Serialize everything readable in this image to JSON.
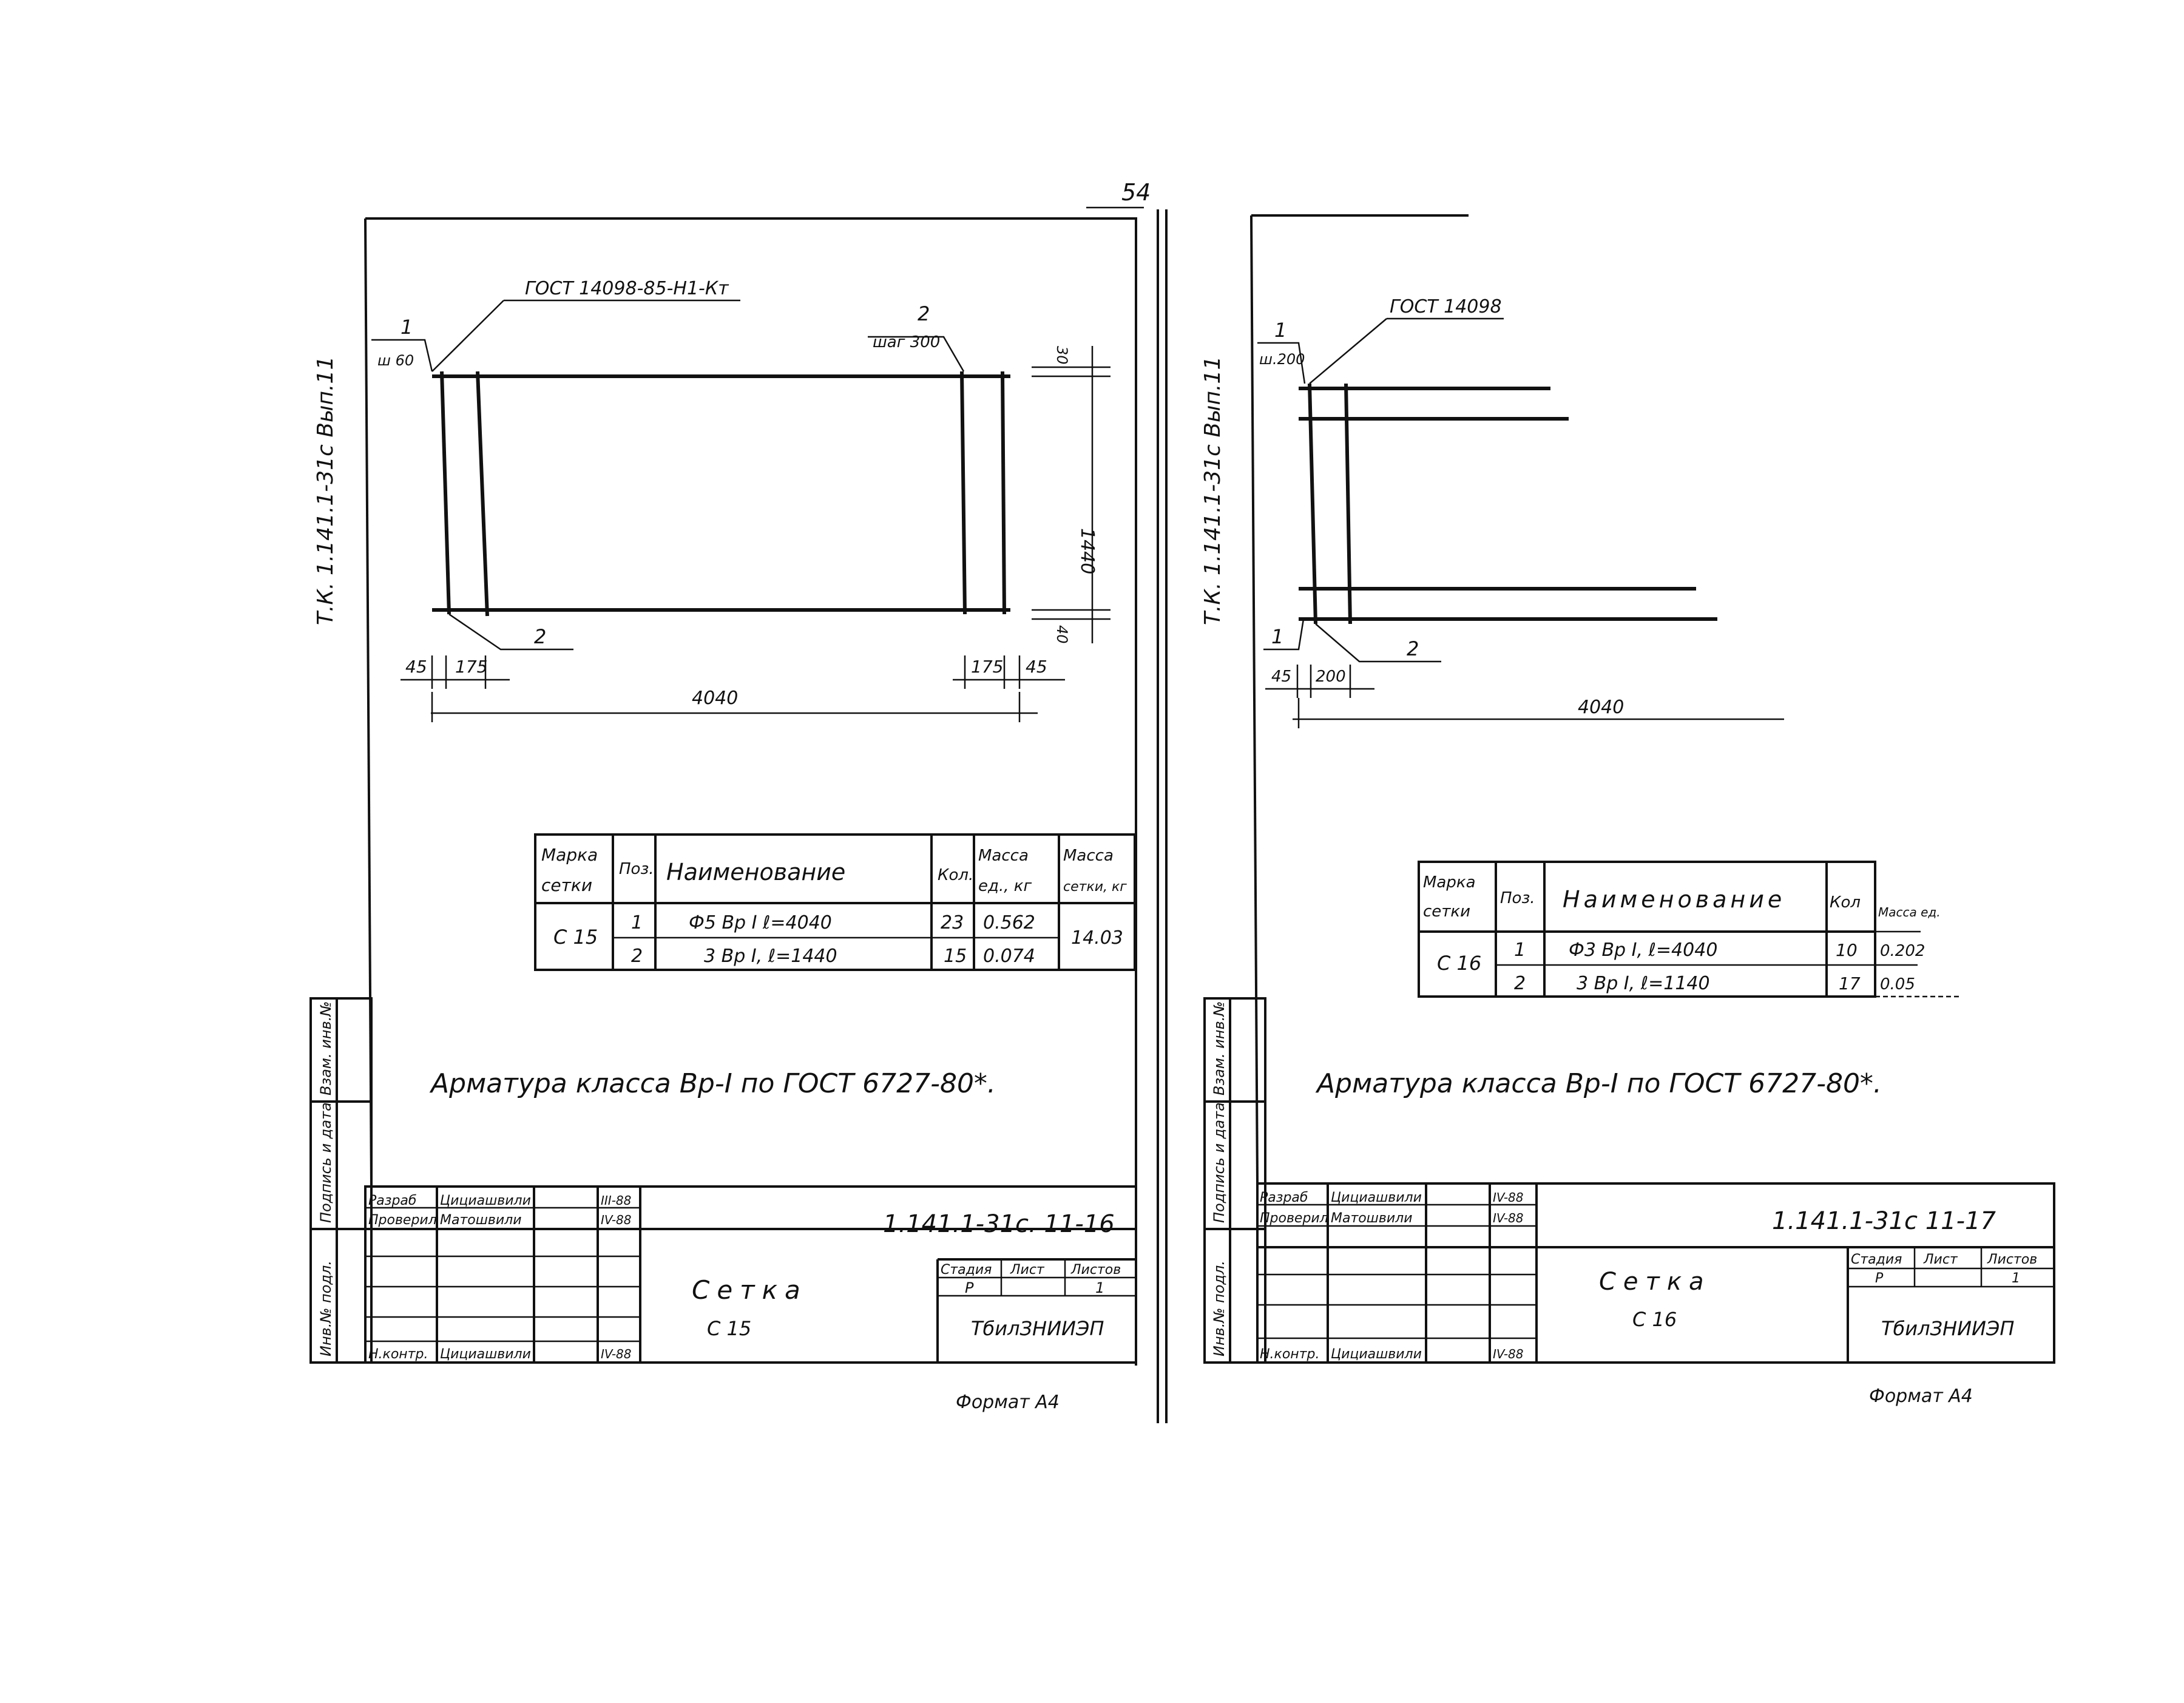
{
  "page_number": "54",
  "left_sheet": {
    "side_code": "Т.К.  1.141.1-31с   Вып.11",
    "callouts": {
      "gost": "ГОСТ 14098-85-Н1-Кт",
      "pos1": "1",
      "step1": "ш 60",
      "pos2": "2",
      "step2": "шаг 300",
      "pos2_bottom": "2"
    },
    "dims": {
      "d45_left": "45",
      "d175_left": "175",
      "d175_right": "175",
      "d45_right": "45",
      "total_width": "4040",
      "height": "1440",
      "d_top": "30",
      "d_bottom": "40"
    },
    "spec": {
      "headers": [
        "Марка сетки",
        "Поз.",
        "Наименование",
        "Кол.",
        "Масса ед., кг",
        "Масса сетки, кг"
      ],
      "mark": "С 15",
      "rows": [
        {
          "pos": "1",
          "name": "Ф5 Вр I   ℓ=4040",
          "qty": "23",
          "mass": "0.562"
        },
        {
          "pos": "2",
          "name": "3 Вр I,  ℓ=1440",
          "qty": "15",
          "mass": "0.074"
        }
      ],
      "total": "14.03"
    },
    "note": "Арматура класса Вр-I по ГОСТ 6727-80*.",
    "stamp": {
      "code": "1.141.1-31с. 11-16",
      "title": "Сетка",
      "subtitle": "С 15",
      "stage_label": "Стадия",
      "sheet_label": "Лист",
      "sheets_label": "Листов",
      "stage": "Р",
      "sheet": "",
      "sheets": "1",
      "org": "ТбилЗНИИЭП",
      "people": [
        {
          "role": "Разраб",
          "name": "Цициашвили",
          "date": "III-88"
        },
        {
          "role": "Проверил",
          "name": "Матошвили",
          "date": "IV-88"
        },
        {
          "role": "",
          "name": "",
          "date": ""
        },
        {
          "role": "",
          "name": "",
          "date": ""
        },
        {
          "role": "",
          "name": "",
          "date": ""
        },
        {
          "role": "Н.контр.",
          "name": "Цициашвили",
          "date": "IV-88"
        }
      ],
      "side_labels": [
        "Инв.№ подл.",
        "Подпись и дата",
        "Взам. инв.№"
      ]
    },
    "format": "Формат А4"
  },
  "right_sheet": {
    "side_code": "Т.К.  1.141.1-31с   Вып.11",
    "callouts": {
      "gost": "ГОСТ 14098",
      "pos1": "1",
      "step1": "ш.200",
      "pos1_bottom": "1",
      "pos2_bottom": "2"
    },
    "dims": {
      "d45": "45",
      "d200": "200",
      "total_width": "4040"
    },
    "spec": {
      "headers": [
        "Марка сетки",
        "Поз.",
        "Наименование",
        "Кол",
        "Масса ед."
      ],
      "mark": "С 16",
      "rows": [
        {
          "pos": "1",
          "name": "Ф3 Вр I,   ℓ=4040",
          "qty": "10",
          "mass": "0.202"
        },
        {
          "pos": "2",
          "name": "3 Вр I,    ℓ=1140",
          "qty": "17",
          "mass": "0.05"
        }
      ]
    },
    "note": "Арматура класса Вр-I по ГОСТ 6727-80*.",
    "stamp": {
      "code": "1.141.1-31с 11-17",
      "title": "Сетка",
      "subtitle": "С 16",
      "stage_label": "Стадия",
      "sheet_label": "Лист",
      "sheets_label": "Листов",
      "stage": "Р",
      "sheets": "1",
      "org": "ТбилЗНИИЭП",
      "people": [
        {
          "role": "Разраб",
          "name": "Цициашвили",
          "date": "IV-88"
        },
        {
          "role": "Проверил",
          "name": "Матошвили",
          "date": "IV-88"
        },
        {
          "role": "",
          "name": "",
          "date": ""
        },
        {
          "role": "",
          "name": "",
          "date": ""
        },
        {
          "role": "",
          "name": "",
          "date": ""
        },
        {
          "role": "Н.контр.",
          "name": "Цициашвили",
          "date": "IV-88"
        }
      ],
      "side_labels": [
        "Инв.№ подл.",
        "Подпись и дата",
        "Взам. инв.№"
      ]
    },
    "format": "Формат А4"
  }
}
